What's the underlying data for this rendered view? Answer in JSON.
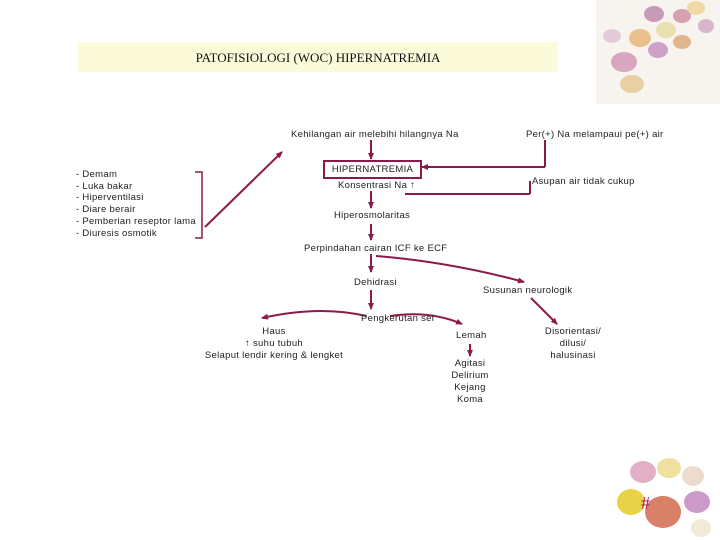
{
  "title": "PATOFISIOLOGI (WOC) HIPERNATREMIA",
  "cause_top": "Kehilangan air melebihi hilangnya Na",
  "cause_right": "Per(+) Na melampaui pe(+) air",
  "cause_list": [
    "- Demam",
    "- Luka bakar",
    "- Hiperventilasi",
    "- Diare berair",
    "- Pemberian reseptor lama",
    "- Diuresis osmotik"
  ],
  "main_node": "HIPERNATREMIA",
  "konsentrasi": "Konsentrasi Na ↑",
  "asupan": "Asupan air tidak cukup",
  "hiperosmolaritas": "Hiperosmolaritas",
  "perpindahan": "Perpindahan cairan ICF ke ECF",
  "dehidrasi": "Dehidrasi",
  "susunan": "Susunan neurologik",
  "pengkerutan": "Pengkerutan sel",
  "haus_lines": [
    "Haus",
    "↑ suhu tubuh",
    "Selaput lendir kering & lengket"
  ],
  "lemah": "Lemah",
  "agitasi_lines": [
    "Agitasi",
    "Delirium",
    "Kejang",
    "Koma"
  ],
  "disorientasi_lines": [
    "Disorientasi/",
    "dilusi/",
    "halusinasi"
  ],
  "slide_number": "#",
  "colors": {
    "accent": "#8b1a4a",
    "title_band": "#fbfbd9"
  }
}
